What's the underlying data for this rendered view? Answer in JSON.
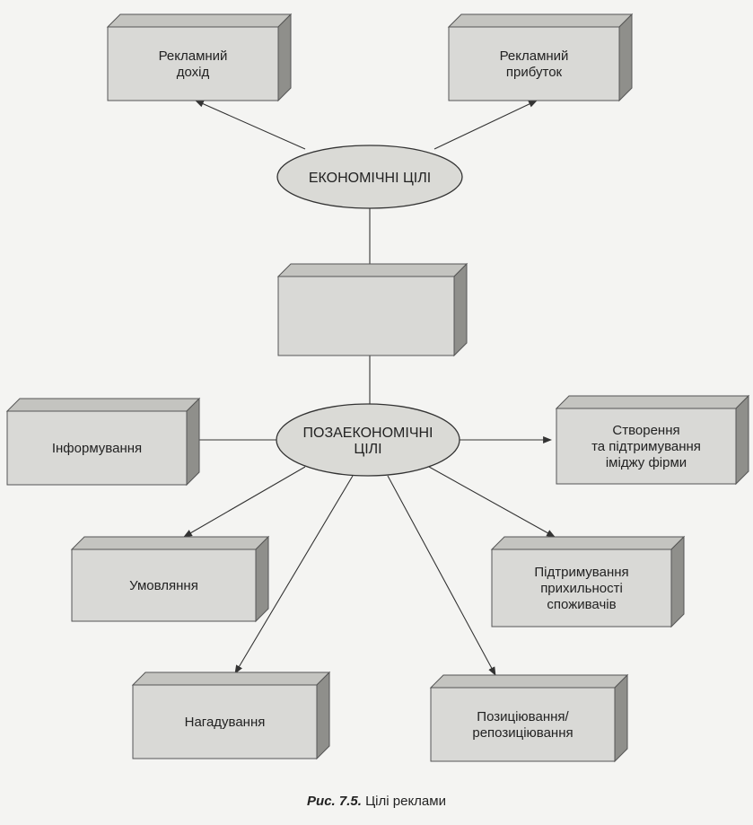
{
  "goals": {
    "economic": {
      "center": [
        "ЕКОНОМІЧНІ ЦІЛІ"
      ],
      "items": [
        [
          "Рекламний",
          "дохід"
        ],
        [
          "Рекламний",
          "прибуток"
        ]
      ]
    },
    "middle_box": [],
    "non_economic": {
      "center": [
        "ПОЗАЕКОНОМІЧНІ",
        "ЦІЛІ"
      ],
      "items": [
        [
          "Інформування"
        ],
        [
          "Створення",
          "та підтримування",
          "іміджу фірми"
        ],
        [
          "Умовляння"
        ],
        [
          "Підтримування",
          "прихильності",
          "споживачів"
        ],
        [
          "Нагадування"
        ],
        [
          "Позиціювання/",
          "репозиціювання"
        ]
      ]
    }
  },
  "caption": {
    "label": "Рис. 7.5.",
    "text": " Цілі реклами"
  }
}
